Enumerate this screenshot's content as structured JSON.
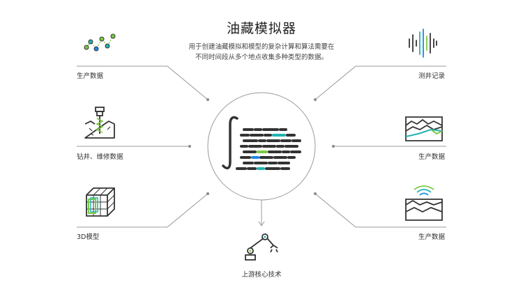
{
  "title": "油藏模拟器",
  "subtitle": "用于创建油藏模拟和模型的复杂计算和算法需要在不同时间段从多个地点收集多种类型的数据。",
  "inputs_left": [
    {
      "label": "生产数据",
      "icon": "production-data-icon"
    },
    {
      "label": "钻井、维修数据",
      "icon": "drilling-rig-icon"
    },
    {
      "label": "3D模型",
      "icon": "3d-model-cube-icon"
    }
  ],
  "inputs_right": [
    {
      "label": "测井记录",
      "icon": "well-log-icon"
    },
    {
      "label": "生产数据",
      "icon": "terrain-layers-icon"
    },
    {
      "label": "生产数据",
      "icon": "seismic-layers-icon"
    }
  ],
  "output": {
    "label": "上游核心技术",
    "icon": "robot-arm-icon"
  },
  "center": {
    "icon": "integral-algorithm-icon"
  },
  "colors": {
    "line": "#9a9a9a",
    "dot": "#8a8a8a",
    "icon_dark": "#333333",
    "green": "#7ac943",
    "teal": "#22b3b0",
    "blue": "#1e88e5"
  }
}
